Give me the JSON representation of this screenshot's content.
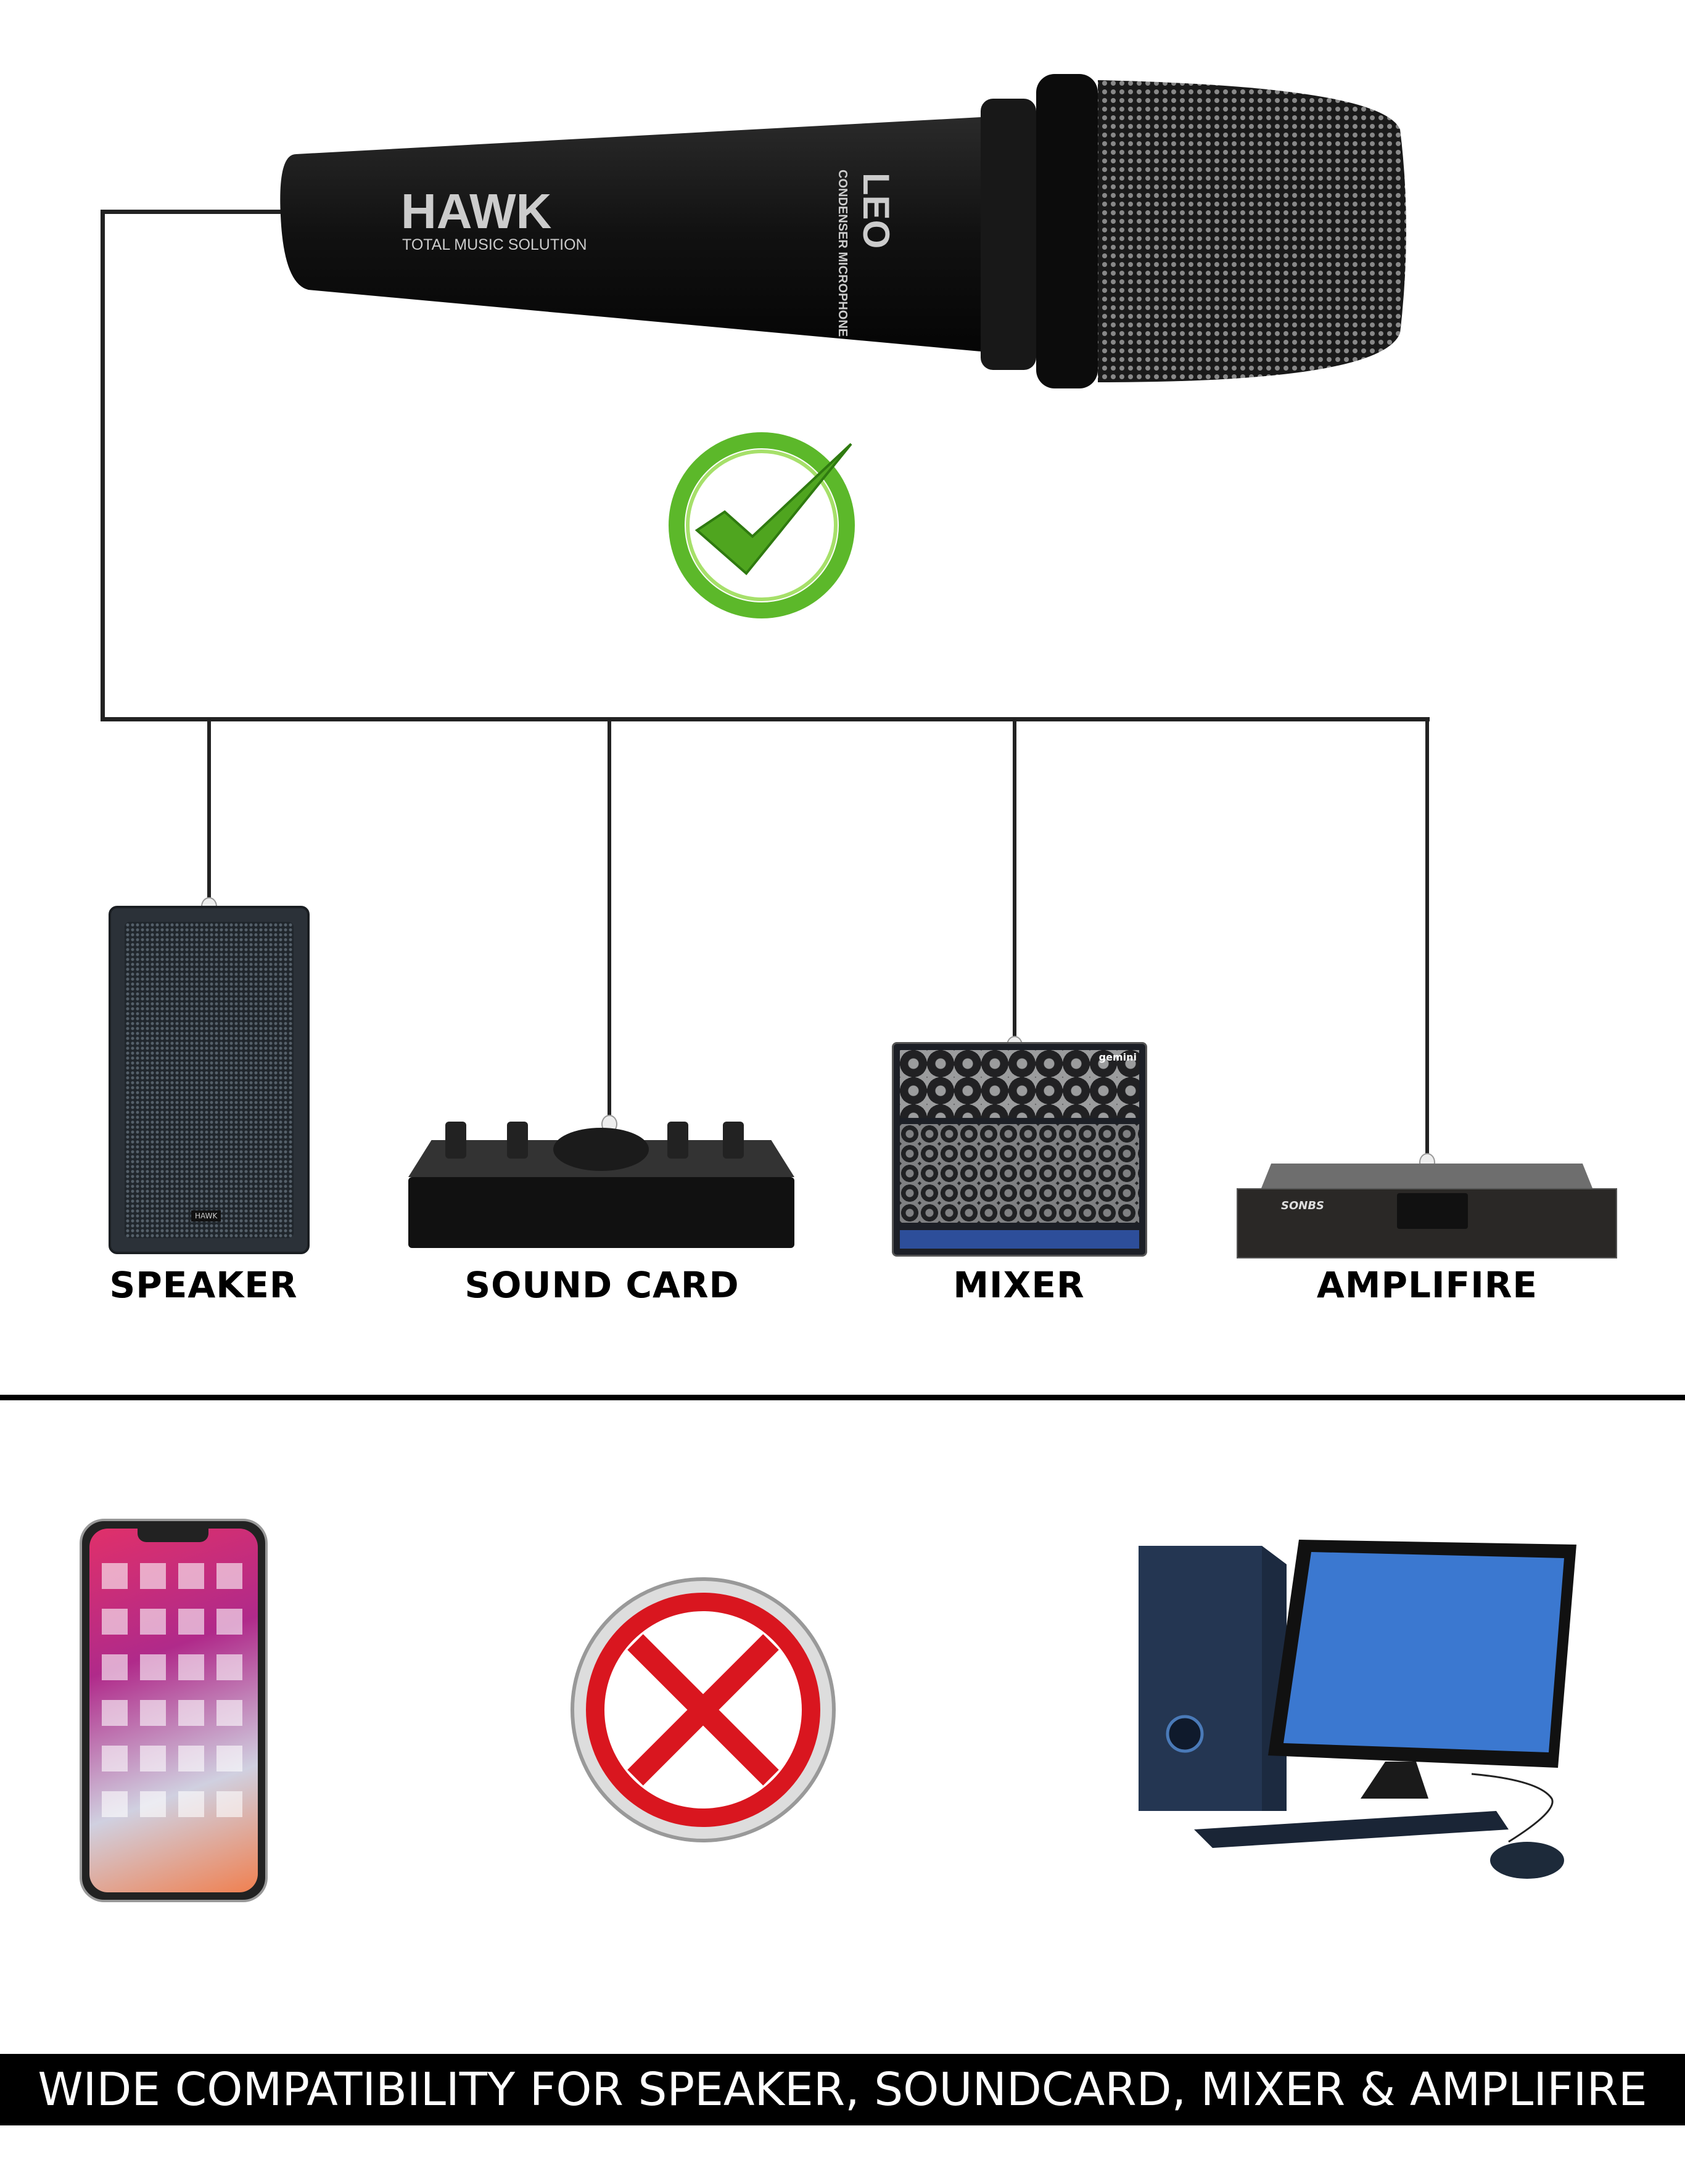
{
  "microphone": {
    "brand": "HAWK",
    "tagline": "TOTAL MUSIC SOLUTION",
    "model": "LEO",
    "model_subtitle": "CONDENSER MICROPHONE"
  },
  "devices": [
    {
      "label": "SPEAKER",
      "compatible": true
    },
    {
      "label": "SOUND CARD",
      "compatible": true
    },
    {
      "label": "MIXER",
      "compatible": true
    },
    {
      "label": "AMPLIFIRE",
      "compatible": true
    }
  ],
  "device_logos": {
    "speaker": "HAWK",
    "mixer": "gemini",
    "amplifier": "SONBS"
  },
  "incompatible": [
    {
      "device": "smartphone-icon"
    },
    {
      "device": "desktop-computer-icon"
    }
  ],
  "icons": {
    "compatible": "green-check-icon",
    "incompatible": "red-cross-icon"
  },
  "colors": {
    "check": "#5cb82a",
    "cross": "#d9161f",
    "banner_bg": "#000000",
    "banner_text": "#ffffff"
  },
  "banner": {
    "text": "WIDE COMPATIBILITY FOR SPEAKER, SOUNDCARD, MIXER & AMPLIFIRE"
  }
}
